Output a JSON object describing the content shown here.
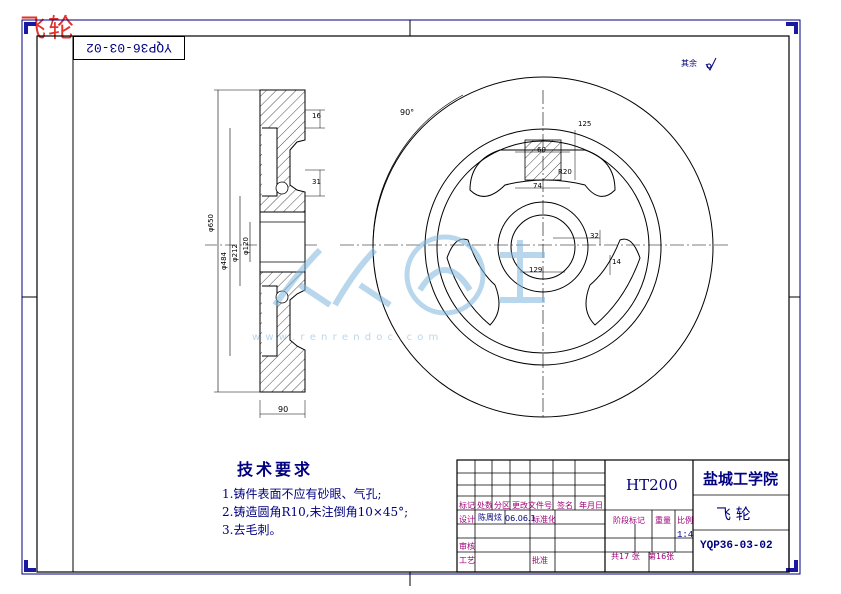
{
  "drawing": {
    "title_cn": "飞轮",
    "drawing_code": "YQP36-03-02",
    "roughness_note": "其余",
    "watermark": {
      "brand_mark": "人人文库",
      "url": "w w w . r e n r e n d o c . c o m"
    },
    "tech_requirements": {
      "heading": "技术要求",
      "items": [
        "1.铸件表面不应有砂眼、气孔;",
        "2.铸造圆角R10,未注倒角10×45°;",
        "3.去毛刺。"
      ]
    },
    "title_block": {
      "material": "HT200",
      "school": "盐城工学院",
      "part_name": "飞  轮",
      "drawing_no": "YQP36-03-02",
      "scale": "1:4",
      "sheet_total": "共17 张",
      "sheet_no": "第16张",
      "headers": [
        "标记",
        "处数",
        "分区",
        "更改文件号",
        "签名",
        "年月日"
      ],
      "row_design": [
        "设计",
        "陈周炫",
        "06.06.1",
        "标准化"
      ],
      "row_review": "审核",
      "row_process": "工艺",
      "row_approve": "批准",
      "stage_label": "阶段标记",
      "weight_label": "重量",
      "scale_label": "比例"
    },
    "dimensions": {
      "side_view": {
        "bottom_width": "90",
        "groove_depth": "16",
        "groove_width": "31",
        "dia_outer": "φ650",
        "dia_rim": "φ484",
        "dia_hub": "φ212",
        "dia_bore": "φ120"
      },
      "front_view": {
        "angle": "90°",
        "slot_w1": "60",
        "slot_w2": "74",
        "slot_h": "125",
        "slot_r": "R20",
        "keyway": "32",
        "bore_dim": "129",
        "hub_dim": "14"
      }
    }
  }
}
